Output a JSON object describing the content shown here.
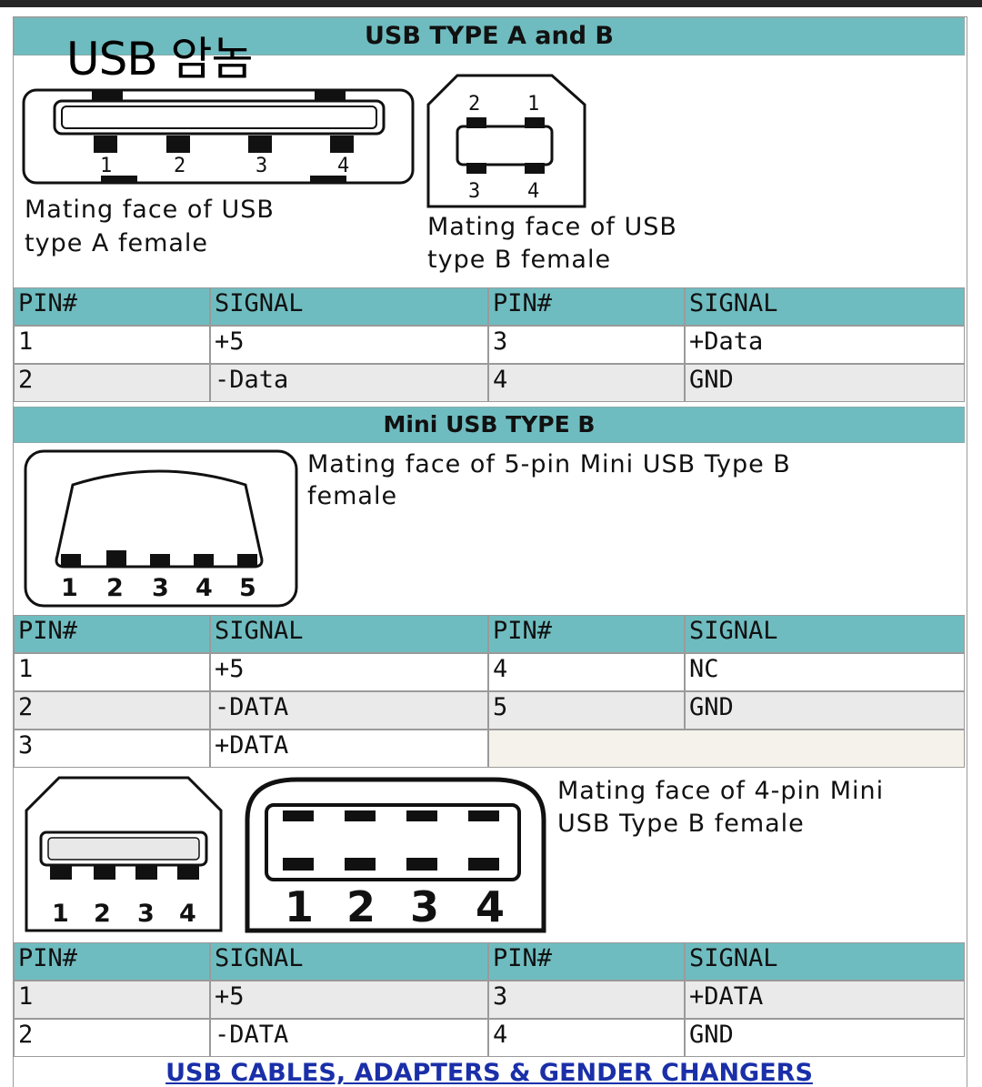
{
  "watermark": "USB 암놈",
  "section1": {
    "title": "USB TYPE A and B",
    "caption_a_line1": "Mating face of USB",
    "caption_a_line2": "type A female",
    "caption_b_line1": "Mating face of USB",
    "caption_b_line2": "type B female",
    "type_a_pins": [
      "1",
      "2",
      "3",
      "4"
    ],
    "type_b_pins": [
      "2",
      "1",
      "3",
      "4"
    ],
    "headers": [
      "PIN#",
      "SIGNAL",
      "PIN#",
      "SIGNAL"
    ],
    "rows": [
      [
        "1",
        "+5",
        "3",
        "+Data"
      ],
      [
        "2",
        "-Data",
        "4",
        "GND"
      ]
    ]
  },
  "section2": {
    "title": "Mini USB TYPE B",
    "caption_line1": "Mating face of 5-pin Mini USB Type B",
    "caption_line2": "female",
    "pins": [
      "1",
      "2",
      "3",
      "4",
      "5"
    ],
    "headers": [
      "PIN#",
      "SIGNAL",
      "PIN#",
      "SIGNAL"
    ],
    "rows": [
      [
        "1",
        "+5",
        "4",
        "NC"
      ],
      [
        "2",
        "-DATA",
        "5",
        "GND"
      ],
      [
        "3",
        "+DATA",
        "",
        ""
      ]
    ]
  },
  "section3": {
    "caption_line1": "Mating face of 4-pin Mini",
    "caption_line2": "USB Type B female",
    "small_pins": [
      "1",
      "2",
      "3",
      "4"
    ],
    "large_pins": [
      "1",
      "2",
      "3",
      "4"
    ],
    "headers": [
      "PIN#",
      "SIGNAL",
      "PIN#",
      "SIGNAL"
    ],
    "rows": [
      [
        "1",
        "+5",
        "3",
        "+DATA"
      ],
      [
        "2",
        "-DATA",
        "4",
        "GND"
      ]
    ]
  },
  "footer_link": "USB CABLES, ADAPTERS & GENDER CHANGERS"
}
